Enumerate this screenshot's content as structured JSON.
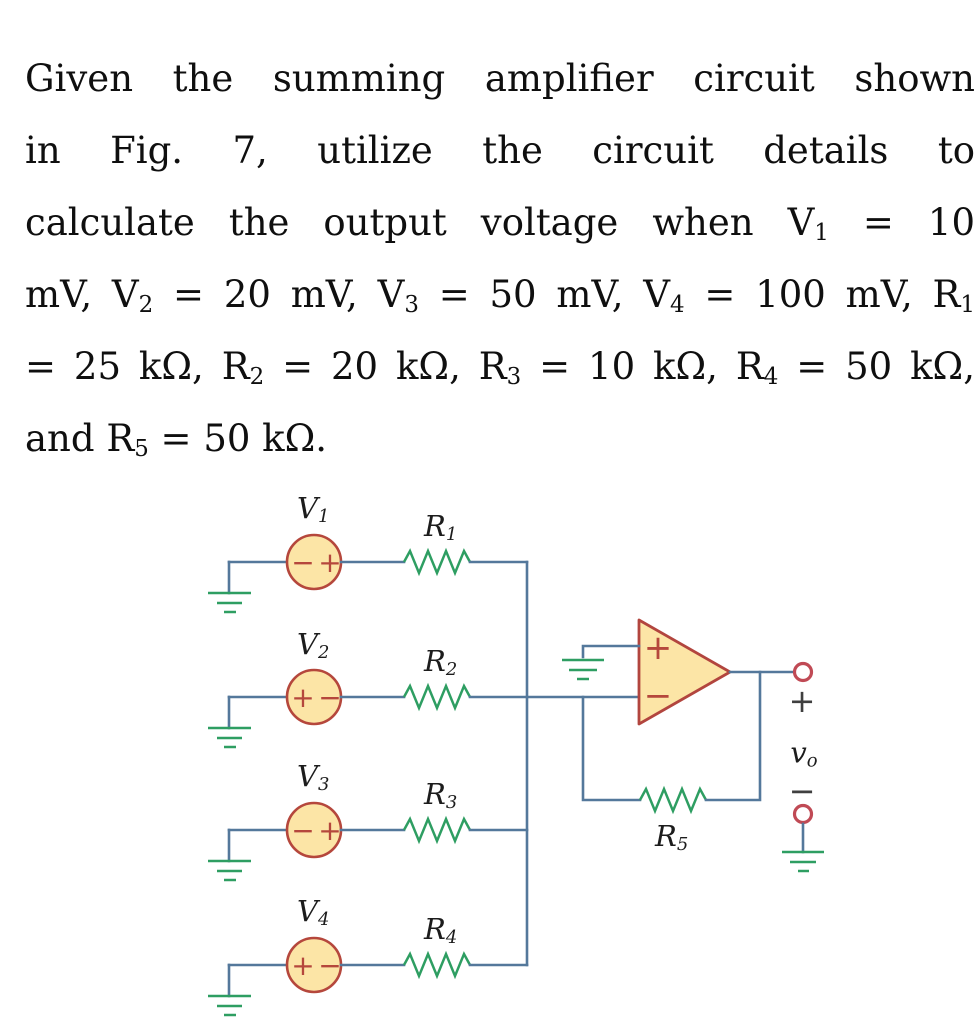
{
  "problem": {
    "lines": [
      "Given the summing amplifier circuit shown",
      "in Fig. 7, utilize the circuit details to",
      "calculate the output voltage when V_{1} = 10",
      "mV, V_{2} = 20 mV, V_{3} = 50 mV, V_{4} = 100 mV, R_{1}",
      "= 25 kΩ, R_{2} = 20 kΩ, R_{3} = 10 kΩ, R_{4} = 50 kΩ,",
      "and R_{5} = 50 kΩ."
    ]
  },
  "figure": {
    "sources": [
      {
        "label": "V_{1}",
        "left_sign": "−",
        "right_sign": "+"
      },
      {
        "label": "V_{2}",
        "left_sign": "+",
        "right_sign": "−"
      },
      {
        "label": "V_{3}",
        "left_sign": "−",
        "right_sign": "+"
      },
      {
        "label": "V_{4}",
        "left_sign": "+",
        "right_sign": "−"
      }
    ],
    "resistors": [
      {
        "label": "R_{1}"
      },
      {
        "label": "R_{2}"
      },
      {
        "label": "R_{3}"
      },
      {
        "label": "R_{4}"
      },
      {
        "label": "R_{5}"
      }
    ],
    "opamp": {
      "plus": "+",
      "minus": "−"
    },
    "output": {
      "plus": "+",
      "label": "v_{o}",
      "minus": "−"
    },
    "colors": {
      "wire": "#54789B",
      "component_green": "#2E9E62",
      "source_fill": "#FCE5A6",
      "source_stroke": "#B5473C",
      "terminal": "#C04A55"
    }
  }
}
